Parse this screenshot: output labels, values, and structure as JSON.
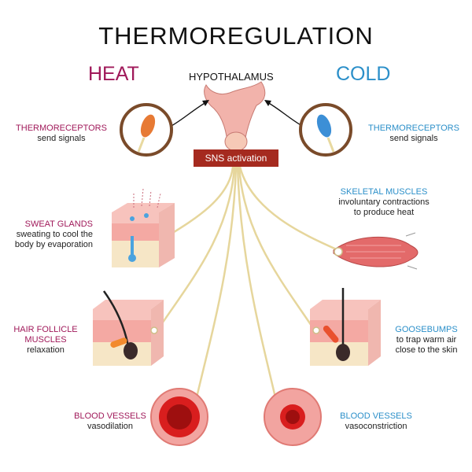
{
  "title": "THERMOREGULATION",
  "heat_label": "HEAT",
  "cold_label": "COLD",
  "hypothalamus": "HYPOTHALAMUS",
  "sns": "SNS activation",
  "colors": {
    "heat": "#a0195a",
    "cold": "#2b8fc9",
    "sns_box": "#a52a1f",
    "nerve": "#e8d9a0"
  },
  "heat_side": {
    "thermoreceptors": {
      "heading": "THERMORECEPTORS",
      "desc": "send signals"
    },
    "sweat_glands": {
      "heading": "SWEAT GLANDS",
      "desc_1": "sweating to cool the",
      "desc_2": "body by evaporation"
    },
    "hair_follicle": {
      "heading_1": "HAIR FOLLICLE",
      "heading_2": "MUSCLES",
      "desc": "relaxation"
    },
    "blood_vessels": {
      "heading": "BLOOD VESSELS",
      "desc": "vasodilation"
    }
  },
  "cold_side": {
    "thermoreceptors": {
      "heading": "THERMORECEPTORS",
      "desc": "send signals"
    },
    "skeletal_muscles": {
      "heading": "SKELETAL MUSCLES",
      "desc_1": "involuntary contractions",
      "desc_2": "to produce heat"
    },
    "goosebumps": {
      "heading": "GOOSEBUMPS",
      "desc_1": "to trap warm air",
      "desc_2": "close to the skin"
    },
    "blood_vessels": {
      "heading": "BLOOD VESSELS",
      "desc": "vasoconstriction"
    }
  }
}
